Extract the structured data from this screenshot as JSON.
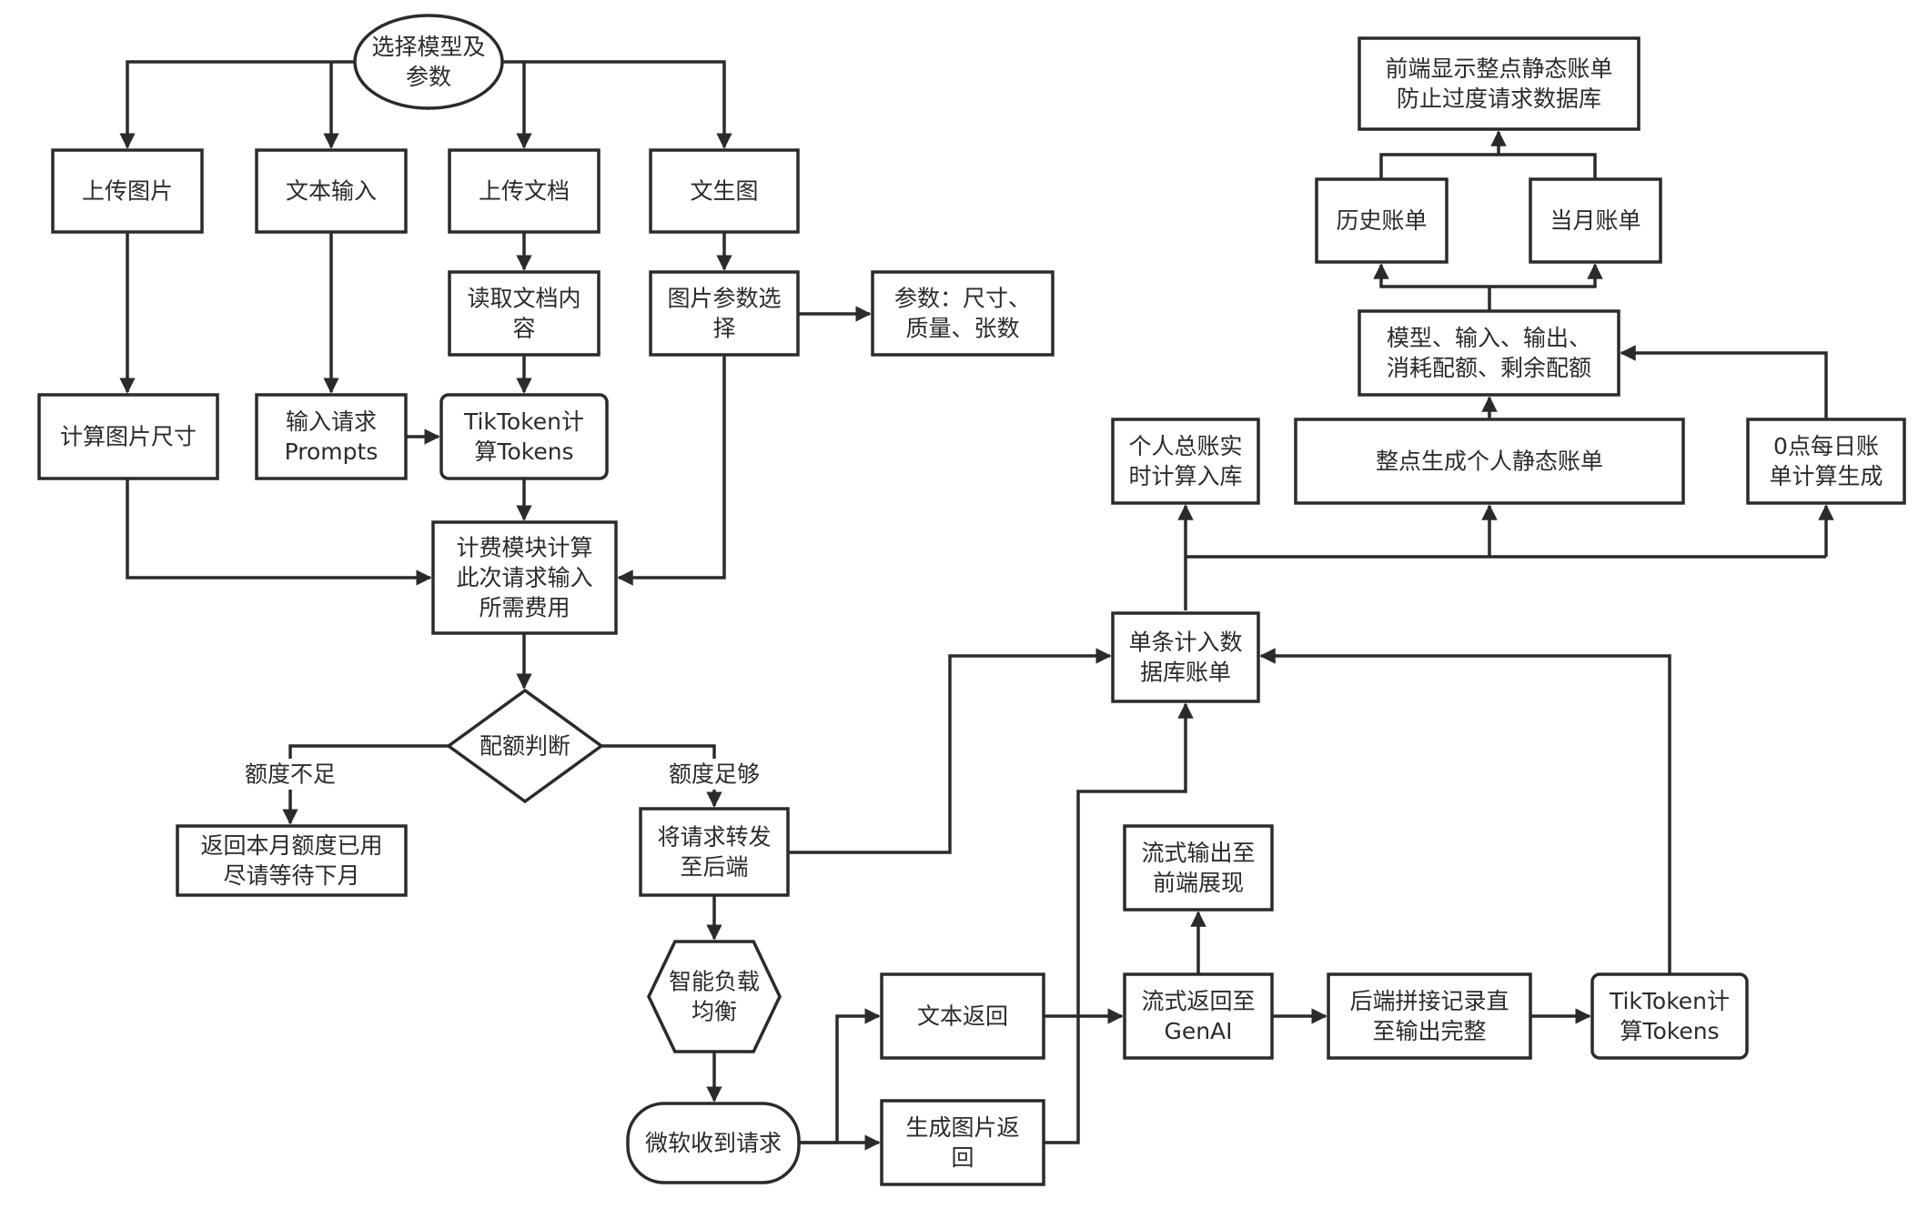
{
  "diagram": {
    "nodes": {
      "start": {
        "lines": [
          "选择模型及",
          "参数"
        ],
        "shape": "ellipse"
      },
      "upload_image": {
        "lines": [
          "上传图片"
        ],
        "shape": "rect"
      },
      "text_input": {
        "lines": [
          "文本输入"
        ],
        "shape": "rect"
      },
      "upload_doc": {
        "lines": [
          "上传文档"
        ],
        "shape": "rect"
      },
      "text_to_image": {
        "lines": [
          "文生图"
        ],
        "shape": "rect"
      },
      "read_doc": {
        "lines": [
          "读取文档内",
          "容"
        ],
        "shape": "rect"
      },
      "image_params": {
        "lines": [
          "图片参数选",
          "择"
        ],
        "shape": "rect"
      },
      "params_detail": {
        "lines": [
          "参数：尺寸、",
          "质量、张数"
        ],
        "shape": "rect"
      },
      "calc_image_size": {
        "lines": [
          "计算图片尺寸"
        ],
        "shape": "rect"
      },
      "input_prompts": {
        "lines": [
          "输入请求",
          "Prompts"
        ],
        "shape": "rect"
      },
      "tiktoken_input": {
        "lines": [
          "TikToken计",
          "算Tokens"
        ],
        "shape": "rounded-rect"
      },
      "billing_calc": {
        "lines": [
          "计费模块计算",
          "此次请求输入",
          "所需费用"
        ],
        "shape": "rect"
      },
      "quota_check": {
        "lines": [
          "配额判断"
        ],
        "shape": "diamond"
      },
      "quota_exhausted": {
        "lines": [
          "返回本月额度已用",
          "尽请等待下月"
        ],
        "shape": "rect"
      },
      "forward_backend": {
        "lines": [
          "将请求转发",
          "至后端"
        ],
        "shape": "rect"
      },
      "load_balance": {
        "lines": [
          "智能负载",
          "均衡"
        ],
        "shape": "hexagon"
      },
      "ms_received": {
        "lines": [
          "微软收到请求"
        ],
        "shape": "stadium"
      },
      "text_return": {
        "lines": [
          "文本返回"
        ],
        "shape": "rect"
      },
      "image_return": {
        "lines": [
          "生成图片返",
          "回"
        ],
        "shape": "rect"
      },
      "stream_frontend": {
        "lines": [
          "流式输出至",
          "前端展现"
        ],
        "shape": "rect"
      },
      "stream_genai": {
        "lines": [
          "流式返回至",
          "GenAI"
        ],
        "shape": "rect"
      },
      "backend_concat": {
        "lines": [
          "后端拼接记录直",
          "至输出完整"
        ],
        "shape": "rect"
      },
      "tiktoken_output": {
        "lines": [
          "TikToken计",
          "算Tokens"
        ],
        "shape": "rounded-rect"
      },
      "single_record": {
        "lines": [
          "单条计入数",
          "据库账单"
        ],
        "shape": "rect"
      },
      "personal_total": {
        "lines": [
          "个人总账实",
          "时计算入库"
        ],
        "shape": "rect"
      },
      "hourly_static": {
        "lines": [
          "整点生成个人静态账单"
        ],
        "shape": "rect"
      },
      "daily_bill": {
        "lines": [
          "0点每日账",
          "单计算生成"
        ],
        "shape": "rect"
      },
      "bill_fields": {
        "lines": [
          "模型、输入、输出、",
          "消耗配额、剩余配额"
        ],
        "shape": "rect"
      },
      "history_bill": {
        "lines": [
          "历史账单"
        ],
        "shape": "rect"
      },
      "month_bill": {
        "lines": [
          "当月账单"
        ],
        "shape": "rect"
      },
      "frontend_display": {
        "lines": [
          "前端显示整点静态账单",
          "防止过度请求数据库"
        ],
        "shape": "rect"
      }
    },
    "edge_labels": {
      "insufficient": "额度不足",
      "sufficient": "额度足够"
    },
    "edges": [
      {
        "from": "start",
        "to": "upload_image"
      },
      {
        "from": "start",
        "to": "text_input"
      },
      {
        "from": "start",
        "to": "upload_doc"
      },
      {
        "from": "start",
        "to": "text_to_image"
      },
      {
        "from": "upload_image",
        "to": "calc_image_size"
      },
      {
        "from": "text_input",
        "to": "input_prompts"
      },
      {
        "from": "upload_doc",
        "to": "read_doc"
      },
      {
        "from": "read_doc",
        "to": "tiktoken_input"
      },
      {
        "from": "input_prompts",
        "to": "tiktoken_input"
      },
      {
        "from": "text_to_image",
        "to": "image_params"
      },
      {
        "from": "image_params",
        "to": "params_detail"
      },
      {
        "from": "calc_image_size",
        "to": "billing_calc"
      },
      {
        "from": "tiktoken_input",
        "to": "billing_calc"
      },
      {
        "from": "image_params",
        "to": "billing_calc"
      },
      {
        "from": "billing_calc",
        "to": "quota_check"
      },
      {
        "from": "quota_check",
        "to": "quota_exhausted",
        "label": "额度不足"
      },
      {
        "from": "quota_check",
        "to": "forward_backend",
        "label": "额度足够"
      },
      {
        "from": "forward_backend",
        "to": "single_record"
      },
      {
        "from": "forward_backend",
        "to": "load_balance"
      },
      {
        "from": "load_balance",
        "to": "ms_received"
      },
      {
        "from": "ms_received",
        "to": "text_return"
      },
      {
        "from": "ms_received",
        "to": "image_return"
      },
      {
        "from": "text_return",
        "to": "stream_genai"
      },
      {
        "from": "image_return",
        "to": "single_record"
      },
      {
        "from": "stream_genai",
        "to": "stream_frontend"
      },
      {
        "from": "stream_genai",
        "to": "backend_concat"
      },
      {
        "from": "backend_concat",
        "to": "tiktoken_output"
      },
      {
        "from": "tiktoken_output",
        "to": "single_record"
      },
      {
        "from": "single_record",
        "to": "personal_total"
      },
      {
        "from": "single_record",
        "to": "hourly_static"
      },
      {
        "from": "single_record",
        "to": "daily_bill"
      },
      {
        "from": "hourly_static",
        "to": "bill_fields"
      },
      {
        "from": "daily_bill",
        "to": "bill_fields"
      },
      {
        "from": "bill_fields",
        "to": "history_bill"
      },
      {
        "from": "bill_fields",
        "to": "month_bill"
      },
      {
        "from": "history_bill",
        "to": "frontend_display"
      },
      {
        "from": "month_bill",
        "to": "frontend_display"
      }
    ]
  }
}
